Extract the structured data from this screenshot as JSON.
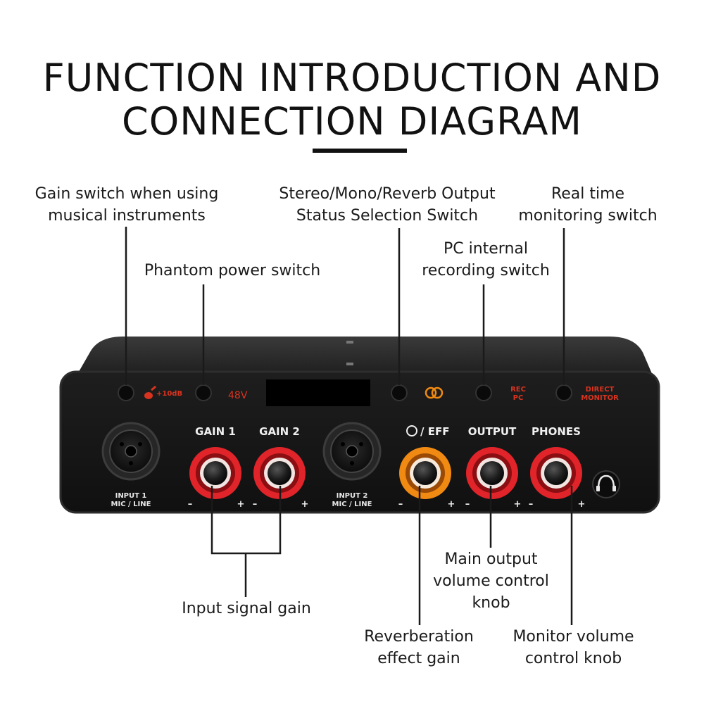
{
  "title": {
    "line1": "FUNCTION INTRODUCTION AND",
    "line2": "CONNECTION DIAGRAM"
  },
  "labels": {
    "instrument_gain": [
      "Gain switch when using",
      "musical instruments"
    ],
    "phantom": [
      "Phantom power switch"
    ],
    "output_mode": [
      "Stereo/Mono/Reverb Output",
      "Status Selection Switch"
    ],
    "pc_record": [
      "PC internal",
      "recording switch"
    ],
    "monitor_switch": [
      "Real time",
      "monitoring switch"
    ],
    "input_gain": [
      "Input signal gain"
    ],
    "main_output": [
      "Main output",
      "volume control",
      "knob"
    ],
    "reverb_gain": [
      "Reverberation",
      "effect gain"
    ],
    "monitor_volume": [
      "Monitor volume",
      "control knob"
    ]
  },
  "panel": {
    "instrument_mark": "+10dB",
    "phantom_mark": "48V",
    "rec_mark": [
      "REC",
      "PC"
    ],
    "direct_mark": [
      "DIRECT",
      "MONITOR"
    ],
    "input1": [
      "INPUT 1",
      "MIC / LINE"
    ],
    "input2": [
      "INPUT 2",
      "MIC / LINE"
    ],
    "gain1": "GAIN 1",
    "gain2": "GAIN 2",
    "eff": "/ EFF",
    "output": "OUTPUT",
    "phones": "PHONES",
    "minus": "–",
    "plus": "+"
  },
  "colors": {
    "ring_red": "#e0242a",
    "ring_orange": "#f08a12",
    "panel_label_red": "#d8331f",
    "panel_body": "#161616"
  }
}
